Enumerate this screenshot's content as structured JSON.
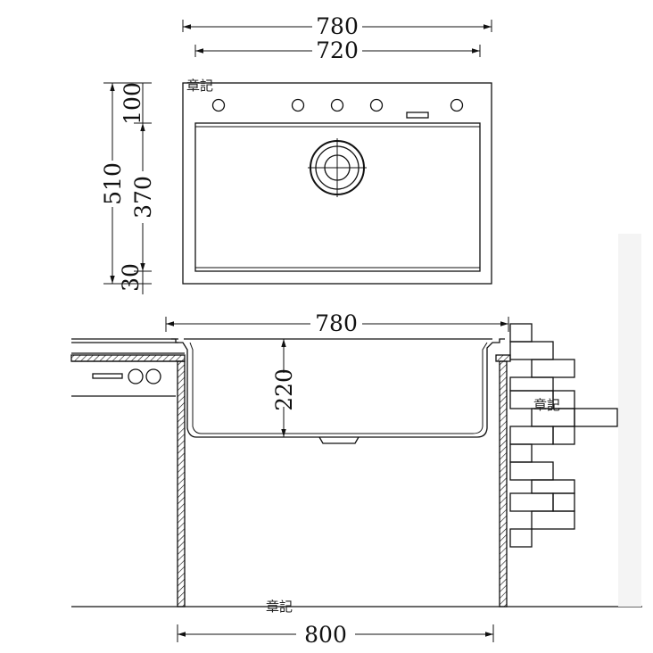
{
  "top_view": {
    "width_outer": "780",
    "width_inner": "720",
    "height_total": "510",
    "height_top": "100",
    "height_bowl": "370",
    "height_bottom": "30"
  },
  "side_view": {
    "width_top": "780",
    "depth": "220",
    "cabinet_width": "800"
  },
  "watermarks": [
    "章記",
    "章記",
    "章記"
  ]
}
